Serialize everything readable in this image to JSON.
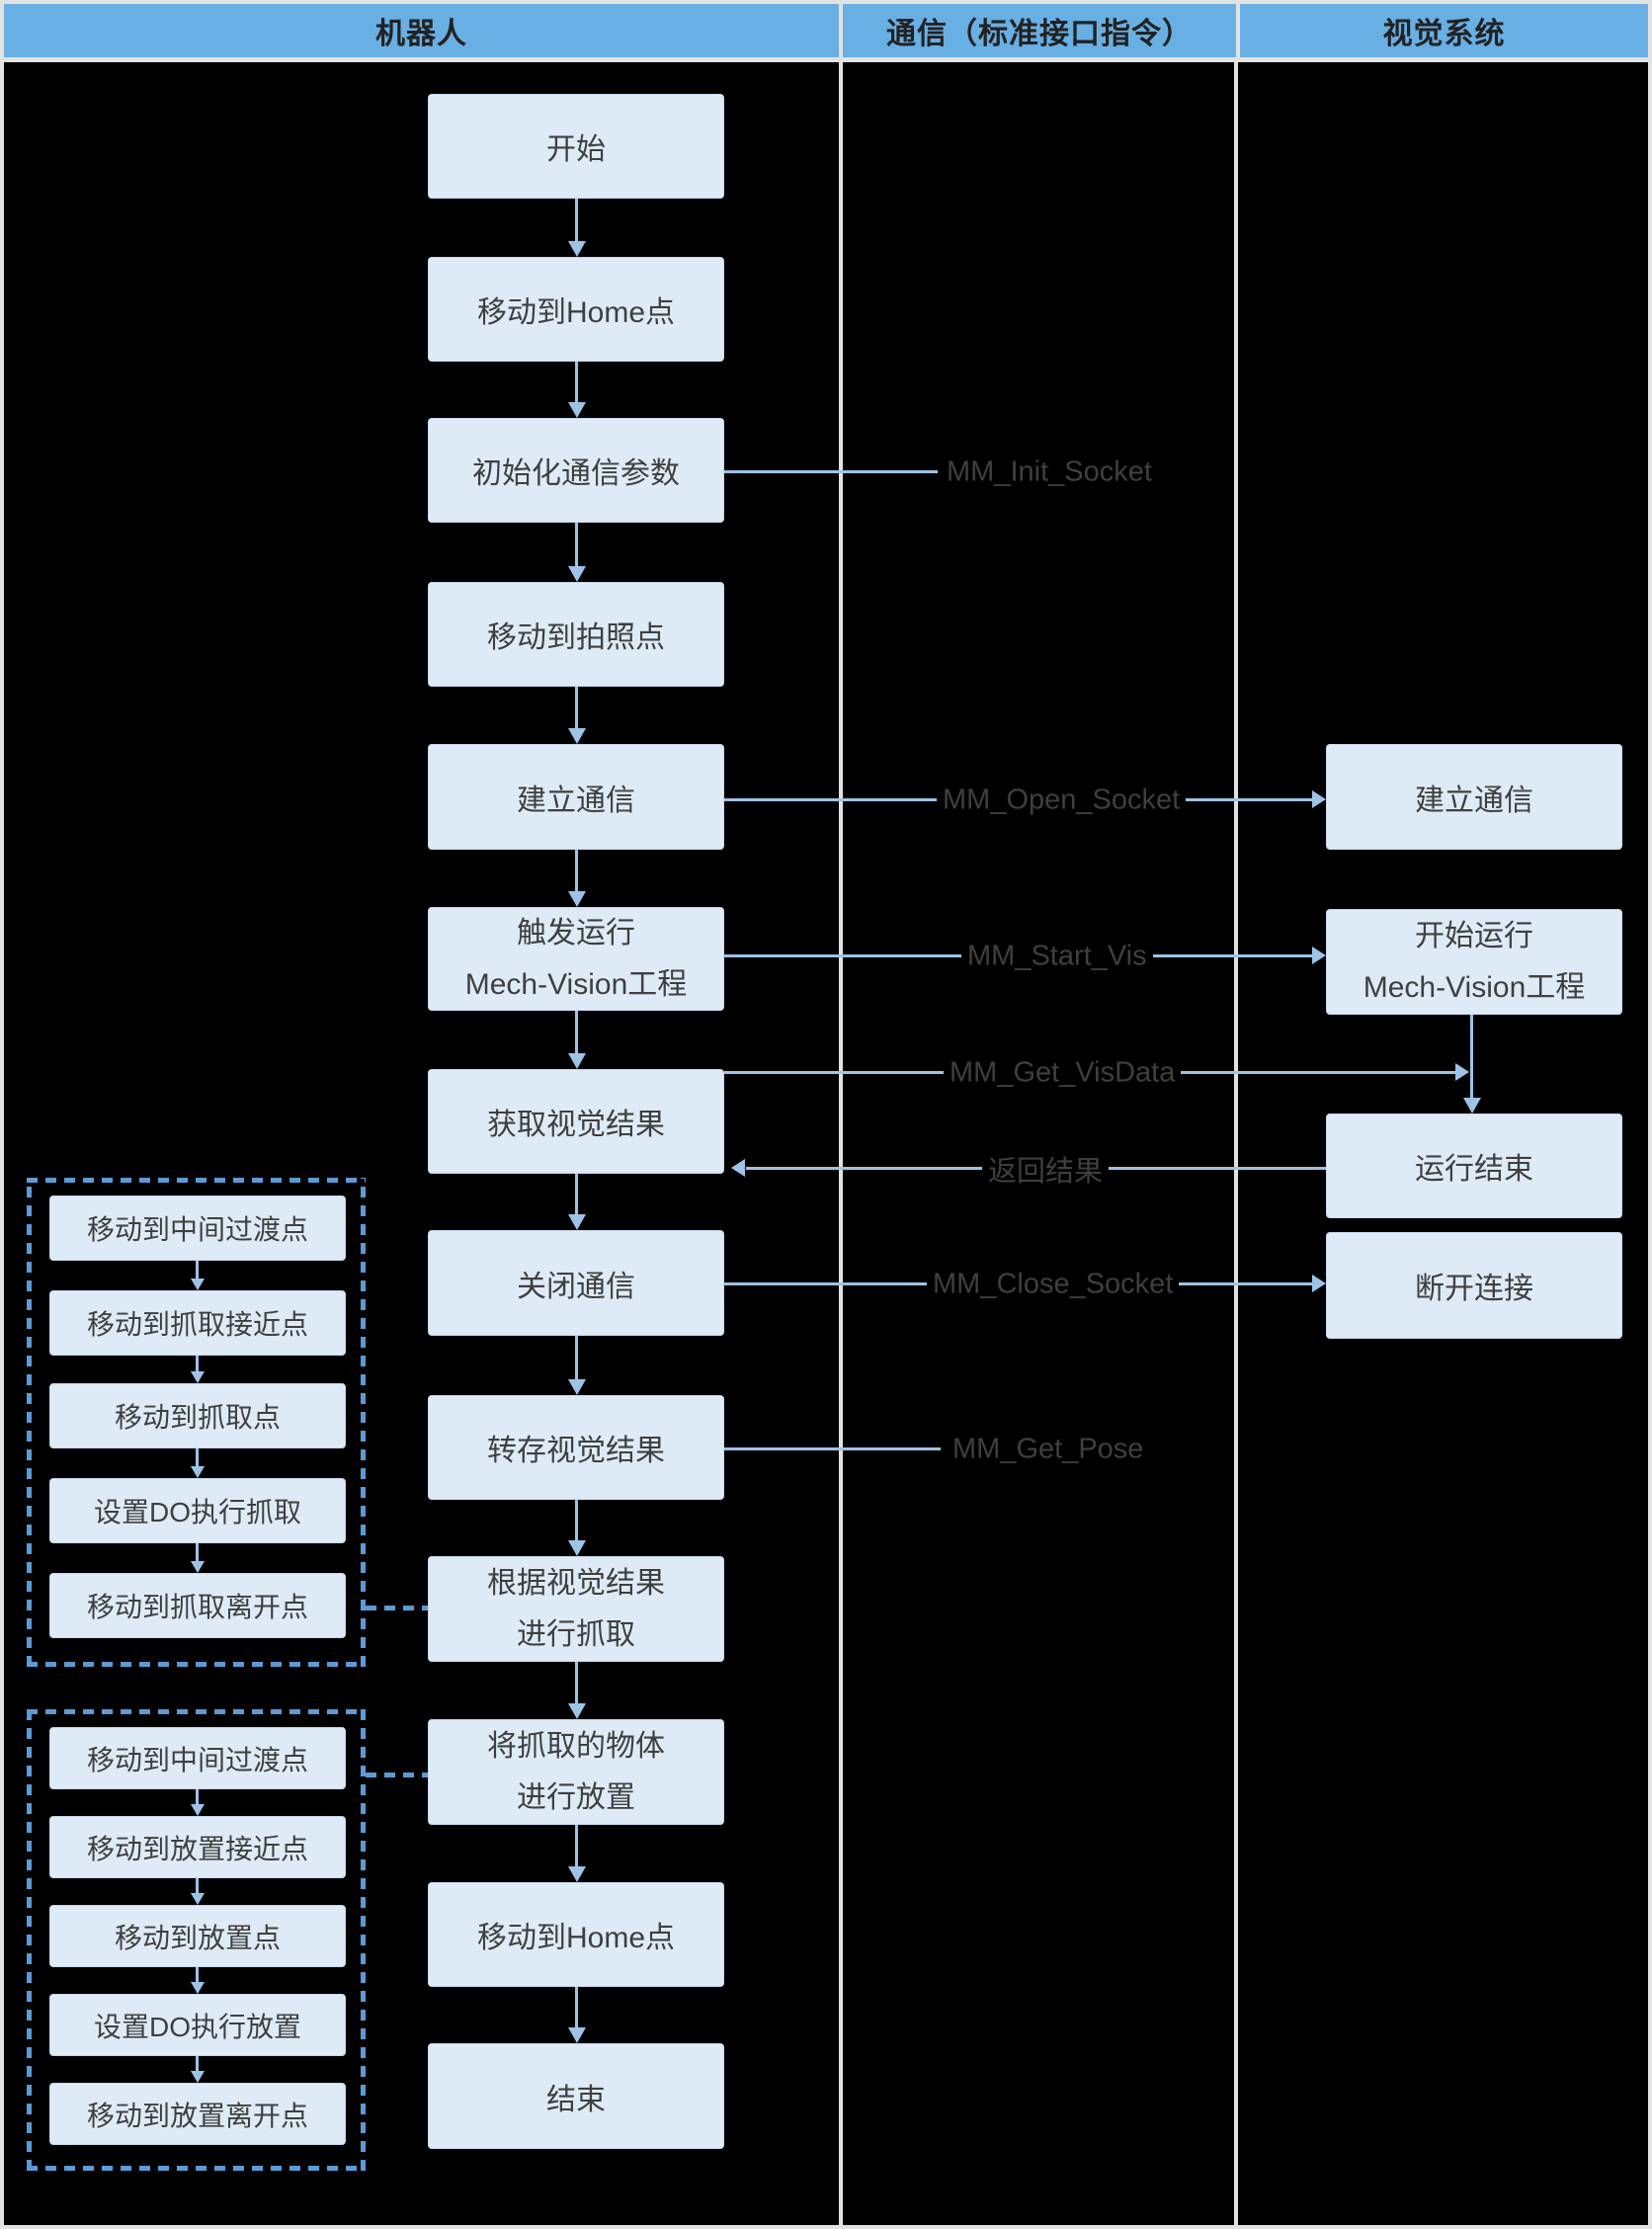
{
  "header": {
    "robot": "机器人",
    "communication": "通信（标准接口指令）",
    "vision": "视觉系统"
  },
  "robot_flow": {
    "start": "开始",
    "move_home": "移动到Home点",
    "init_params": "初始化通信参数",
    "move_capture_point": "移动到拍照点",
    "establish_comm": "建立通信",
    "trigger_run_l1": "触发运行",
    "trigger_run_l2": "Mech-Vision工程",
    "get_vision_result": "获取视觉结果",
    "close_comm": "关闭通信",
    "store_vision_result": "转存视觉结果",
    "pick_l1": "根据视觉结果",
    "pick_l2": "进行抓取",
    "place_l1": "将抓取的物体",
    "place_l2": "进行放置",
    "move_home_end": "移动到Home点",
    "end": "结束"
  },
  "pick_subroutine": {
    "step1": "移动到中间过渡点",
    "step2": "移动到抓取接近点",
    "step3": "移动到抓取点",
    "step4": "设置DO执行抓取",
    "step5": "移动到抓取离开点"
  },
  "place_subroutine": {
    "step1": "移动到中间过渡点",
    "step2": "移动到放置接近点",
    "step3": "移动到放置点",
    "step4": "设置DO执行放置",
    "step5": "移动到放置离开点"
  },
  "commands": {
    "init_socket": "MM_Init_Socket",
    "open_socket": "MM_Open_Socket",
    "start_vis": "MM_Start_Vis",
    "get_visdata": "MM_Get_VisData",
    "return_result": "返回结果",
    "close_socket": "MM_Close_Socket",
    "get_pose": "MM_Get_Pose"
  },
  "vision_flow": {
    "establish_comm": "建立通信",
    "start_run_l1": "开始运行",
    "start_run_l2": "Mech-Vision工程",
    "run_finished": "运行结束",
    "disconnect": "断开连接"
  },
  "colors": {
    "header_bg": "#68AFE3",
    "node_bg": "#DEEBF7",
    "node_border": "#C5D9EC",
    "connector": "#9DC3E6",
    "dashed_border": "#5B9BD5",
    "text": "#3F3F3F",
    "grid_line": "#E2E2E2",
    "background": "#000000"
  }
}
